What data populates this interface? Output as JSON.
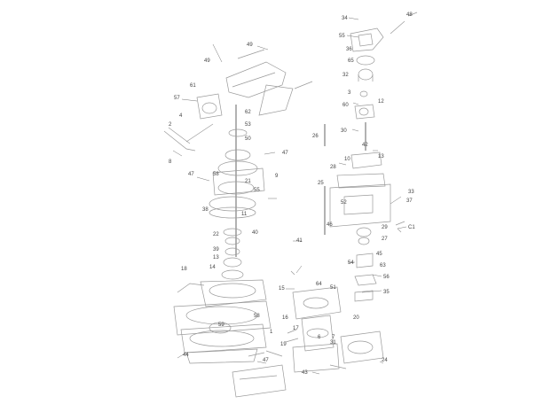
{
  "diagram": {
    "labels": [
      {
        "id": "l1",
        "text": "34"
      },
      {
        "id": "l2",
        "text": "55"
      },
      {
        "id": "l3",
        "text": "36"
      },
      {
        "id": "l4",
        "text": "65"
      },
      {
        "id": "l5",
        "text": "32"
      },
      {
        "id": "l6",
        "text": "3"
      },
      {
        "id": "l7",
        "text": "60"
      },
      {
        "id": "l8",
        "text": "30"
      },
      {
        "id": "l9",
        "text": "12"
      },
      {
        "id": "l10",
        "text": "26"
      },
      {
        "id": "l11",
        "text": "42"
      },
      {
        "id": "l12",
        "text": "13"
      },
      {
        "id": "l13",
        "text": "10"
      },
      {
        "id": "l14",
        "text": "28"
      },
      {
        "id": "l15",
        "text": "25"
      },
      {
        "id": "l16",
        "text": "52"
      },
      {
        "id": "l17",
        "text": "46"
      },
      {
        "id": "l18",
        "text": "33"
      },
      {
        "id": "l19",
        "text": "37"
      },
      {
        "id": "l20",
        "text": "C1"
      },
      {
        "id": "l21",
        "text": "29"
      },
      {
        "id": "l22",
        "text": "27"
      },
      {
        "id": "l23",
        "text": "45"
      },
      {
        "id": "l24",
        "text": "54"
      },
      {
        "id": "l25",
        "text": "63"
      },
      {
        "id": "l26",
        "text": "56"
      },
      {
        "id": "l27",
        "text": "35"
      },
      {
        "id": "l28",
        "text": "48"
      },
      {
        "id": "l29",
        "text": "49"
      },
      {
        "id": "l30",
        "text": "61"
      },
      {
        "id": "l31",
        "text": "57"
      },
      {
        "id": "l32",
        "text": "4"
      },
      {
        "id": "l33",
        "text": "2"
      },
      {
        "id": "l34",
        "text": "8"
      },
      {
        "id": "l35",
        "text": "62"
      },
      {
        "id": "l36",
        "text": "53"
      },
      {
        "id": "l37",
        "text": "50"
      },
      {
        "id": "l38",
        "text": "9"
      },
      {
        "id": "l39",
        "text": "47"
      },
      {
        "id": "l40",
        "text": "58"
      },
      {
        "id": "l41",
        "text": "21"
      },
      {
        "id": "l42",
        "text": "55"
      },
      {
        "id": "l43",
        "text": "11"
      },
      {
        "id": "l44",
        "text": "38"
      },
      {
        "id": "l45",
        "text": "40"
      },
      {
        "id": "l46",
        "text": "22"
      },
      {
        "id": "l47",
        "text": "39"
      },
      {
        "id": "l48",
        "text": "13"
      },
      {
        "id": "l49",
        "text": "14"
      },
      {
        "id": "l50",
        "text": "18"
      },
      {
        "id": "l51",
        "text": "15"
      },
      {
        "id": "l52",
        "text": "64"
      },
      {
        "id": "l53",
        "text": "51"
      },
      {
        "id": "l54",
        "text": "20"
      },
      {
        "id": "l55",
        "text": "59"
      },
      {
        "id": "l56",
        "text": "16"
      },
      {
        "id": "l57",
        "text": "44"
      },
      {
        "id": "l58",
        "text": "17"
      },
      {
        "id": "l59",
        "text": "24"
      },
      {
        "id": "l60",
        "text": "43"
      },
      {
        "id": "l61",
        "text": "7"
      },
      {
        "id": "l62",
        "text": "1"
      },
      {
        "id": "l63",
        "text": "6"
      },
      {
        "id": "l64",
        "text": "19"
      },
      {
        "id": "l65",
        "text": "31"
      },
      {
        "id": "l66",
        "text": "41"
      }
    ]
  }
}
